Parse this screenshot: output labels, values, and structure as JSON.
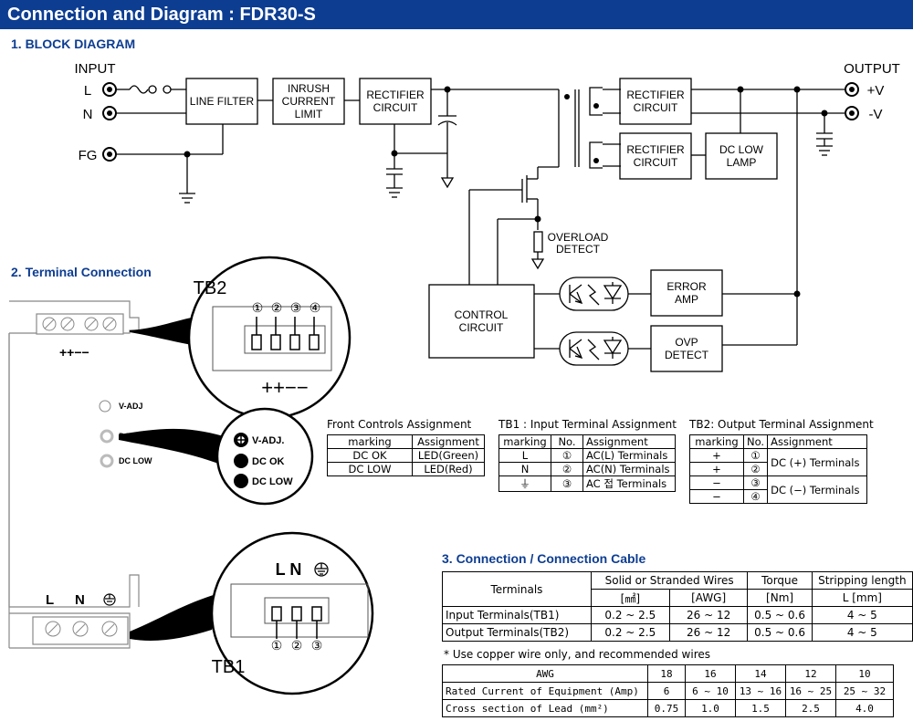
{
  "header": {
    "title": "Connection and Diagram : FDR30-S"
  },
  "sections": {
    "block_diagram": "1. BLOCK DIAGRAM",
    "terminal_connection": "2. Terminal Connection",
    "connection_cable": "3. Connection / Connection Cable"
  },
  "block_diagram": {
    "input_label": "INPUT",
    "output_label": "OUTPUT",
    "terminal_l": "L",
    "terminal_n": "N",
    "terminal_fg": "FG",
    "out_plus": "+V",
    "out_minus": "-V",
    "line_filter": "LINE FILTER",
    "inrush_1": "INRUSH",
    "inrush_2": "CURRENT",
    "inrush_3": "LIMIT",
    "rect_in_1": "RECTIFIER",
    "rect_in_2": "CIRCUIT",
    "rect_out1_1": "RECTIFIER",
    "rect_out1_2": "CIRCUIT",
    "rect_out2_1": "RECTIFIER",
    "rect_out2_2": "CIRCUIT",
    "dc_low_1": "DC LOW",
    "dc_low_2": "LAMP",
    "overload_1": "OVERLOAD",
    "overload_2": "DETECT",
    "control_1": "CONTROL",
    "control_2": "CIRCUIT",
    "error_1": "ERROR",
    "error_2": "AMP",
    "ovp_1": "OVP",
    "ovp_2": "DETECT"
  },
  "terminal_connection": {
    "tb2_label": "TB2",
    "tb1_label": "TB1",
    "tb2_numbers": [
      "①",
      "②",
      "③",
      "④"
    ],
    "tb2_polarity": "++−−",
    "tb2_polarity_small": "++−−",
    "tb1_numbers": [
      "①",
      "②",
      "③"
    ],
    "tb1_letters": "L N",
    "tb1_device_l": "L",
    "tb1_device_n": "N",
    "v_adj": "V-ADJ",
    "dc_ok": "DC OK",
    "dc_low": "DC LOW",
    "callout_vadj": "V-ADJ.",
    "callout_dcok": "DC OK",
    "callout_dclow": "DC LOW"
  },
  "front_controls": {
    "title": "Front Controls Assignment",
    "headers": [
      "marking",
      "Assignment"
    ],
    "rows": [
      [
        "DC OK",
        "LED(Green)"
      ],
      [
        "DC LOW",
        "LED(Red)"
      ]
    ]
  },
  "tb1_table": {
    "title": "TB1 : Input Terminal Assignment",
    "headers": [
      "marking",
      "No.",
      "Assignment"
    ],
    "rows": [
      [
        "L",
        "①",
        "AC(L) Terminals"
      ],
      [
        "N",
        "②",
        "AC(N) Terminals"
      ],
      [
        "⏚",
        "③",
        "AC 접 Terminals"
      ]
    ]
  },
  "tb2_table": {
    "title": "TB2: Output Terminal Assignment",
    "headers": [
      "marking",
      "No.",
      "Assignment"
    ],
    "markings": [
      "+",
      "+",
      "−",
      "−"
    ],
    "numbers": [
      "①",
      "②",
      "③",
      "④"
    ],
    "assign_plus": "DC (+) Terminals",
    "assign_minus": "DC (−) Terminals"
  },
  "cable_table": {
    "h_terminals": "Terminals",
    "h_wires": "Solid or Stranded Wires",
    "h_torque": "Torque",
    "h_strip": "Stripping length",
    "u_mm2": "[㎟]",
    "u_awg": "[AWG]",
    "u_nm": "[Nm]",
    "u_mm": "L [mm]",
    "rows": [
      [
        "Input Terminals(TB1)",
        "0.2 ~ 2.5",
        "26 ~ 12",
        "0.5 ~ 0.6",
        "4 ~ 5"
      ],
      [
        "Output Terminals(TB2)",
        "0.2 ~ 2.5",
        "26 ~ 12",
        "0.5 ~ 0.6",
        "4 ~ 5"
      ]
    ]
  },
  "note": "* Use copper wire only, and recommended wires",
  "awg_table": {
    "headers": [
      "AWG",
      "18",
      "16",
      "14",
      "12",
      "10"
    ],
    "rows": [
      [
        "Rated Current of Equipment (Amp)",
        "6",
        "6 ~ 10",
        "13 ~ 16",
        "16 ~ 25",
        "25 ~ 32"
      ],
      [
        "Cross section of Lead (mm²)",
        "0.75",
        "1.0",
        "1.5",
        "2.5",
        "4.0"
      ]
    ]
  }
}
